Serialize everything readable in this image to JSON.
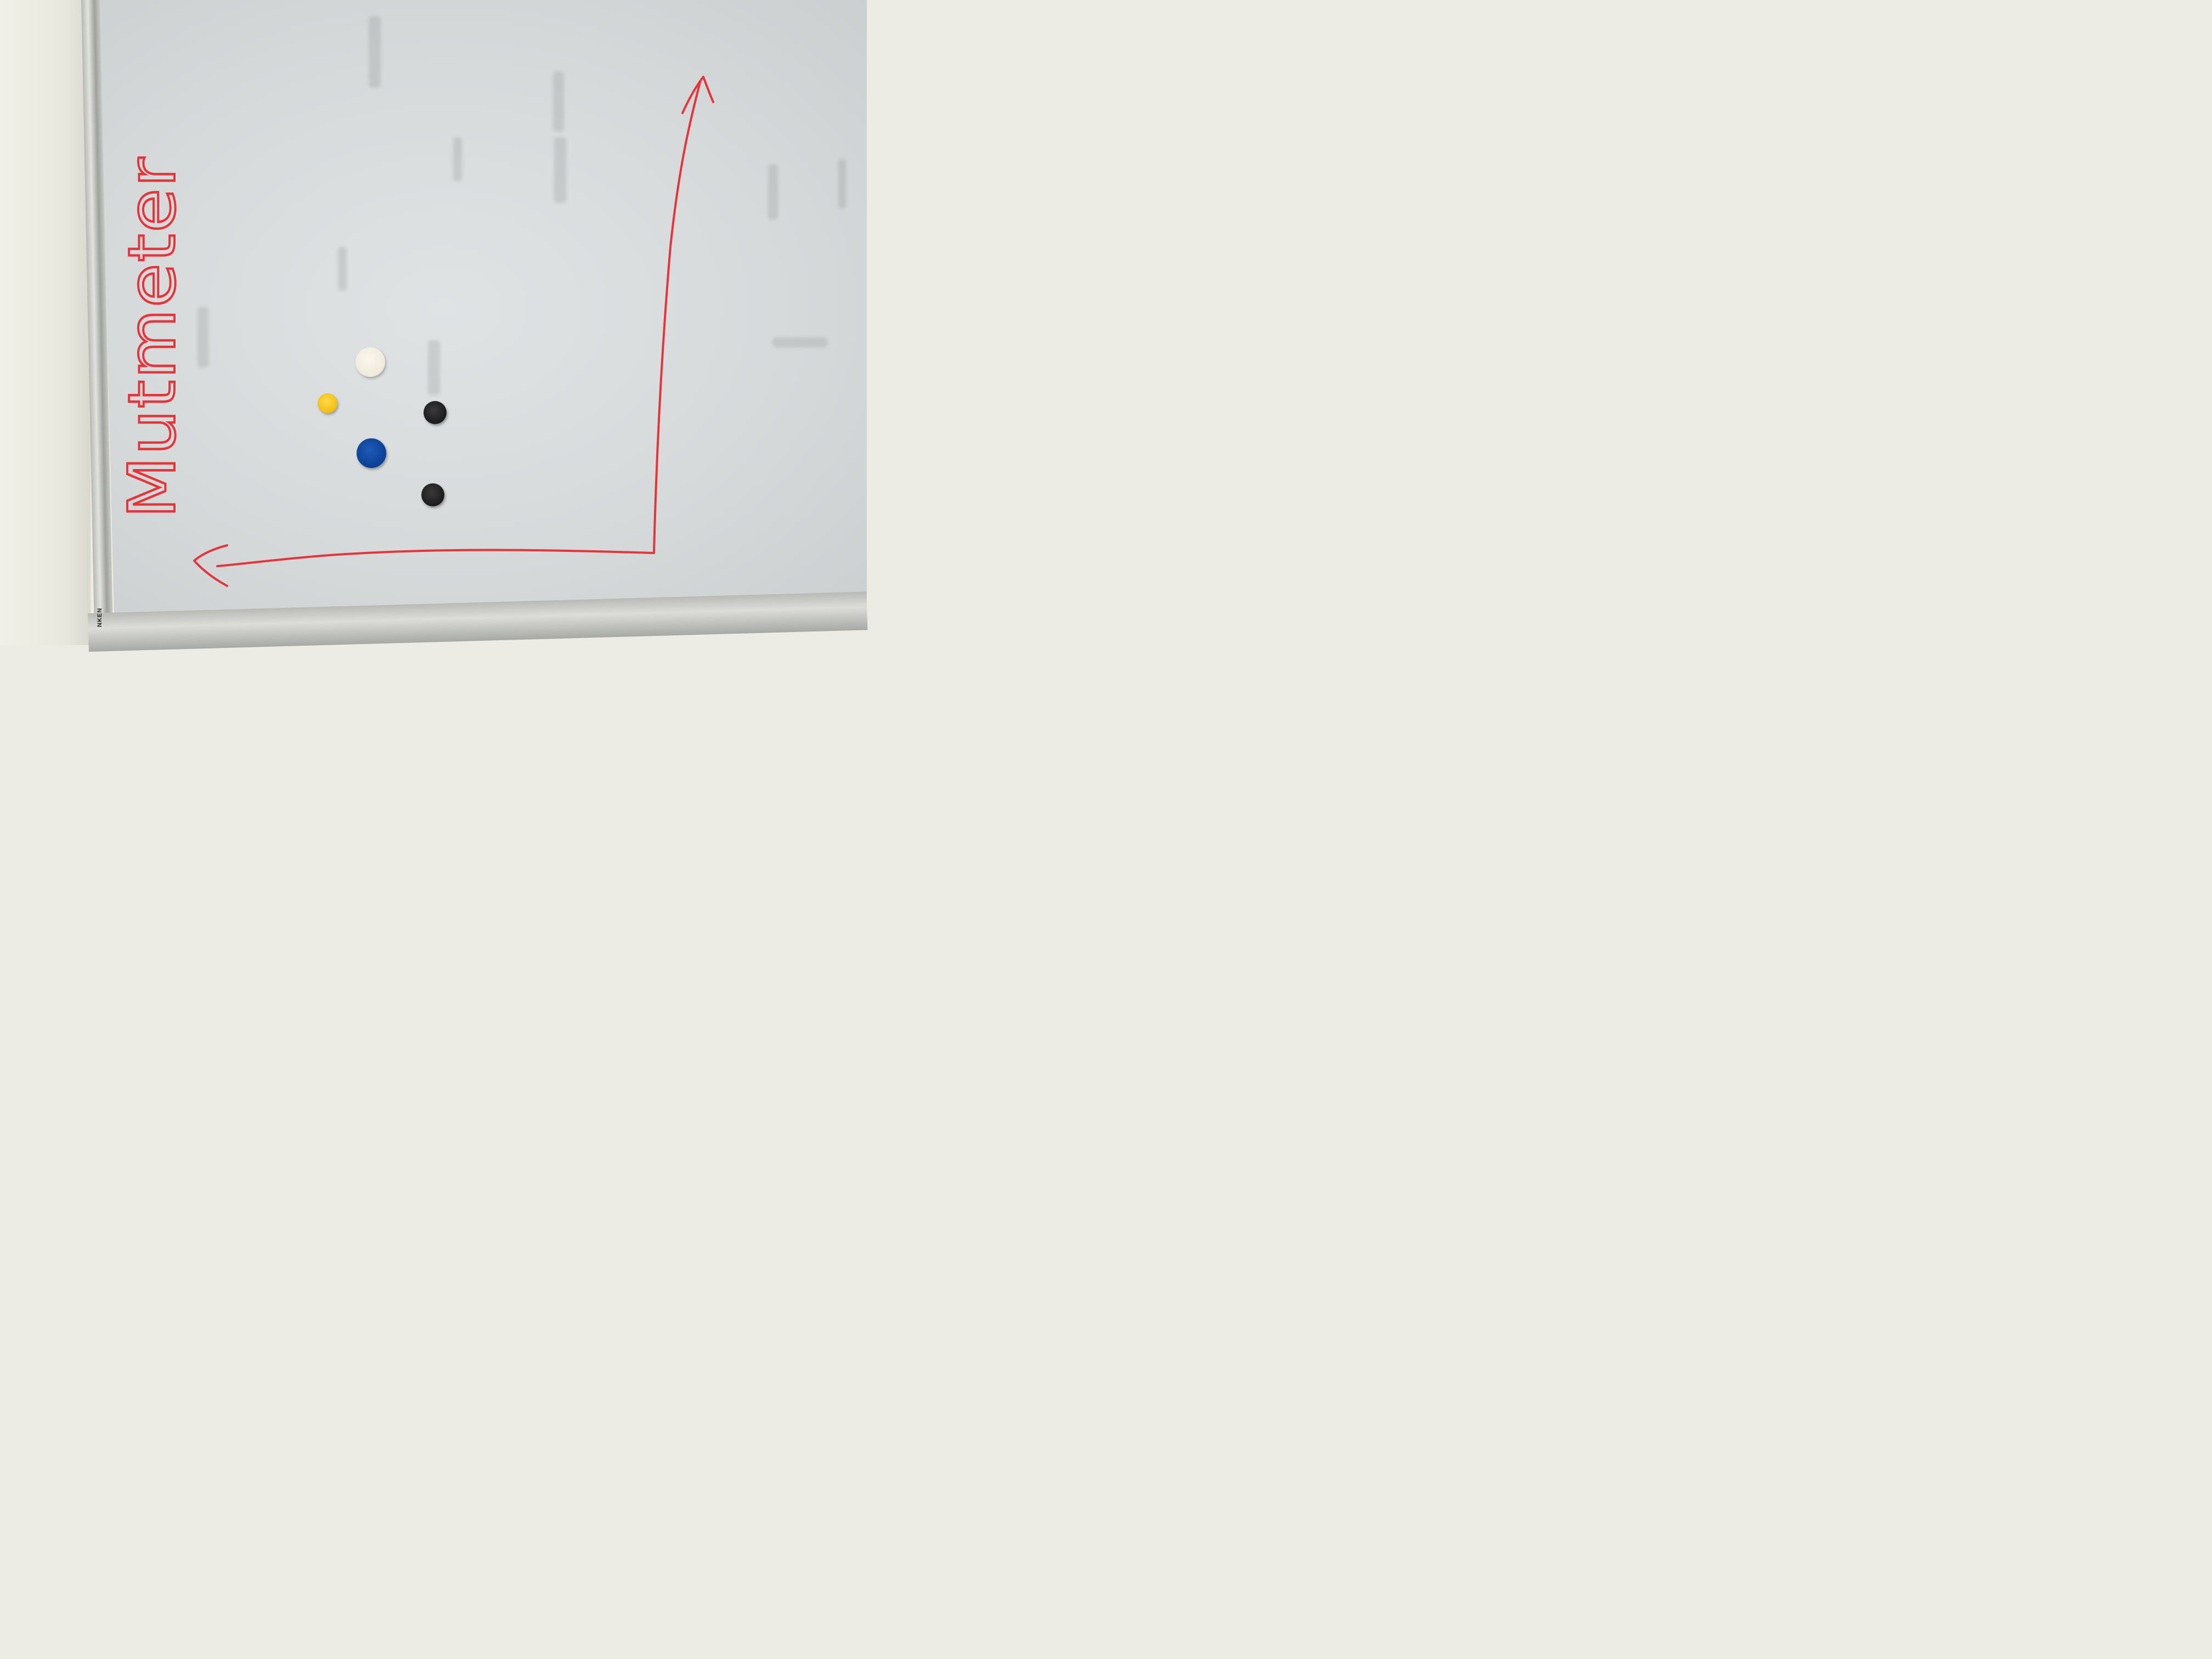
{
  "photo": {
    "subject": "whiteboard",
    "handwritten_label": "Mutmeter",
    "brand_text": "NKEN"
  },
  "colors": {
    "marker_red": "#e5343a",
    "board": "#d9dddd",
    "frame": "#b5b7b3",
    "wall": "#eeede5"
  },
  "magnets": [
    {
      "color": "white"
    },
    {
      "color": "yellow"
    },
    {
      "color": "black"
    },
    {
      "color": "blue"
    },
    {
      "color": "black"
    }
  ]
}
